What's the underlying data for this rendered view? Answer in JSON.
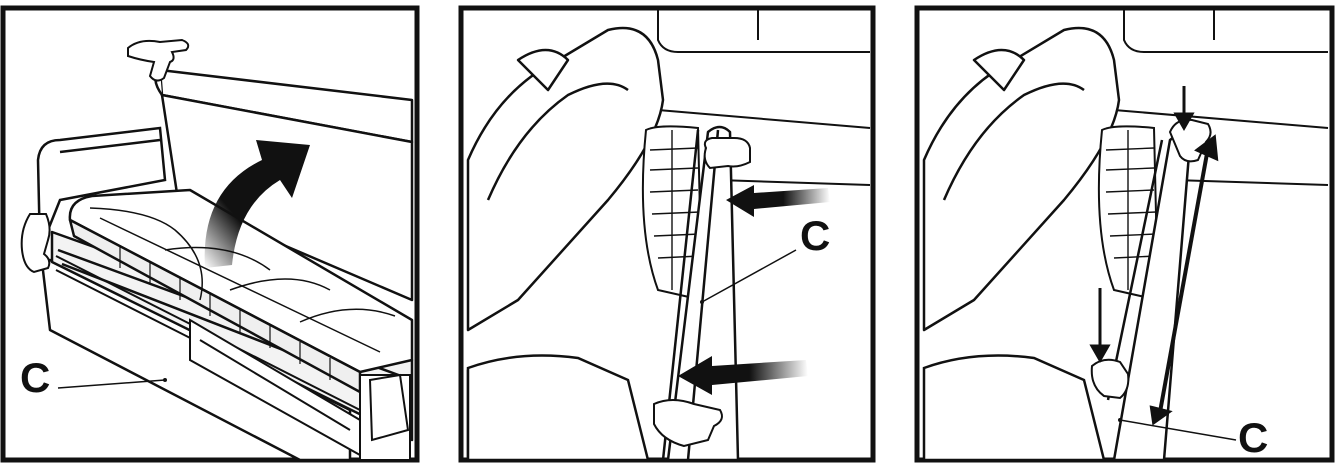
{
  "colors": {
    "ink": "#111111",
    "paper": "#ffffff",
    "shade": "#e9e9e9",
    "frame": "#111111"
  },
  "panels": [
    {
      "id": "step-1",
      "label": "C"
    },
    {
      "id": "step-2",
      "label": "C"
    },
    {
      "id": "step-3",
      "label": "C"
    }
  ]
}
